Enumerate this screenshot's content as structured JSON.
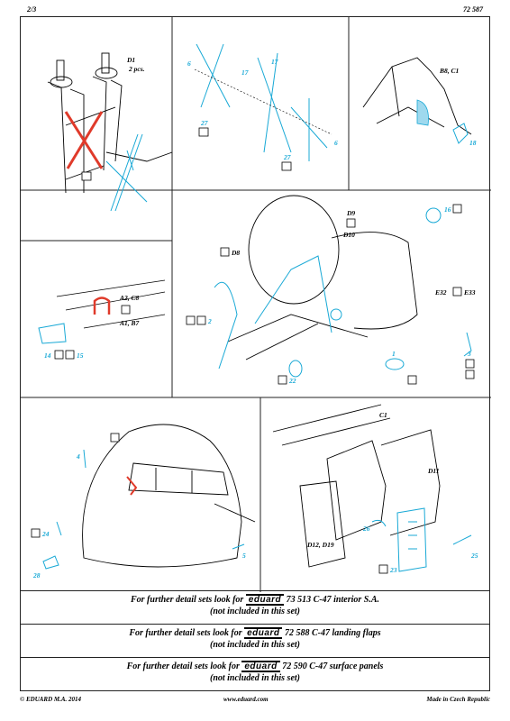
{
  "header": {
    "page": "2/3",
    "set_number": "72 587"
  },
  "labels": {
    "d1": "D1",
    "d1_qty": "2 pcs.",
    "b8c1": "B8, C1",
    "d9": "D9",
    "d10": "D10",
    "d8": "D8",
    "e32": "E32",
    "e33": "E33",
    "a2c8": "A2, C8",
    "a1b7": "A1, B7",
    "c1": "C1",
    "d11": "D11",
    "d12d19": "D12, D19"
  },
  "part_numbers": {
    "p6a": "6",
    "p17a": "17",
    "p17b": "17",
    "p27a": "27",
    "p27b": "27",
    "p6b": "6",
    "p18": "18",
    "p16": "16",
    "p2": "2",
    "p22": "22",
    "p1": "1",
    "p3": "3",
    "p14": "14",
    "p15": "15",
    "p4": "4",
    "p24": "24",
    "p28": "28",
    "p5": "5",
    "p26": "26",
    "p25": "25",
    "p23": "23"
  },
  "notes": [
    {
      "prefix": "For further detail sets look for",
      "brand": "eduard",
      "text": "73 513 C-47 interior S.A.",
      "sub": "(not included in this set)"
    },
    {
      "prefix": "For further detail sets look for",
      "brand": "eduard",
      "text": "72 588 C-47 landing flaps",
      "sub": "(not included in this set)"
    },
    {
      "prefix": "For further detail sets look for",
      "brand": "eduard",
      "text": "72 590 C-47 surface panels",
      "sub": "(not included in this set)"
    }
  ],
  "footer": {
    "copyright": "© EDUARD  M.A. 2014",
    "website": "www.eduard.com",
    "made_in": "Made in Czech Republic"
  },
  "colors": {
    "photoetch": "#19a9d6",
    "remove": "#e03a2a",
    "line": "#000000"
  }
}
